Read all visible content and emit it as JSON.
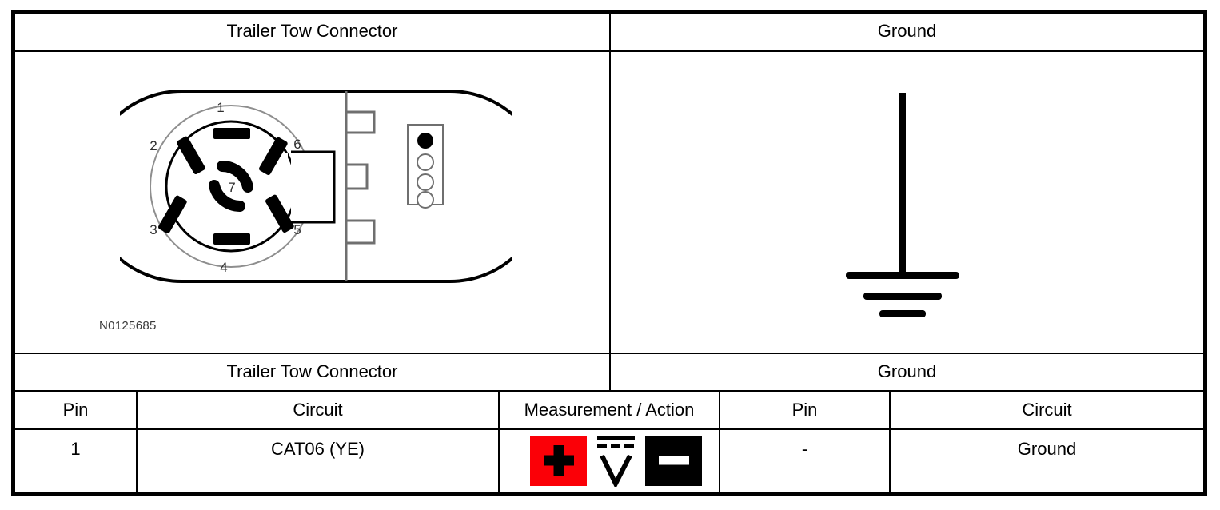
{
  "document": {
    "type": "wiring-diagram-pinout-table",
    "reference_label": "N0125685"
  },
  "top_headers": [
    {
      "label": "Trailer Tow Connector"
    },
    {
      "label": "Ground"
    }
  ],
  "diagram": {
    "connector": {
      "name": "Trailer Tow Connector",
      "icon": "trailer-tow-7-way-connector-icon",
      "pin_numbers": [
        "1",
        "2",
        "3",
        "4",
        "5",
        "6",
        "7"
      ],
      "center_pin": "7",
      "reference_label": "N0125685",
      "indicator_box": {
        "circles": [
          "filled",
          "hollow",
          "hollow",
          "hollow"
        ]
      }
    },
    "ground": {
      "name": "Ground",
      "icon": "chassis-ground-icon",
      "bars": 3
    }
  },
  "section_headers": [
    {
      "label": "Trailer Tow Connector"
    },
    {
      "label": "Ground"
    }
  ],
  "table": {
    "columns": [
      {
        "key": "pin_left",
        "label": "Pin"
      },
      {
        "key": "circuit_left",
        "label": "Circuit"
      },
      {
        "key": "measurement",
        "label": "Measurement / Action"
      },
      {
        "key": "pin_right",
        "label": "Pin"
      },
      {
        "key": "circuit_right",
        "label": "Circuit"
      }
    ],
    "rows": [
      {
        "pin_left": "1",
        "circuit_left": "CAT06 (YE)",
        "measurement": {
          "icons": [
            {
              "name": "positive-probe-icon",
              "glyph": "+",
              "background": "#FB0007",
              "foreground": "#000000"
            },
            {
              "name": "dc-voltage-icon",
              "glyph": "V",
              "background": "#FFFFFF",
              "foreground": "#000000"
            },
            {
              "name": "negative-probe-icon",
              "glyph": "−",
              "background": "#000000",
              "foreground": "#FFFFFF"
            }
          ]
        },
        "pin_right": "-",
        "circuit_right": "Ground"
      }
    ]
  },
  "colors": {
    "positive_red": "#FB0007",
    "negative_black": "#000000",
    "line_black": "#000000",
    "page_background": "#FFFFFF"
  }
}
